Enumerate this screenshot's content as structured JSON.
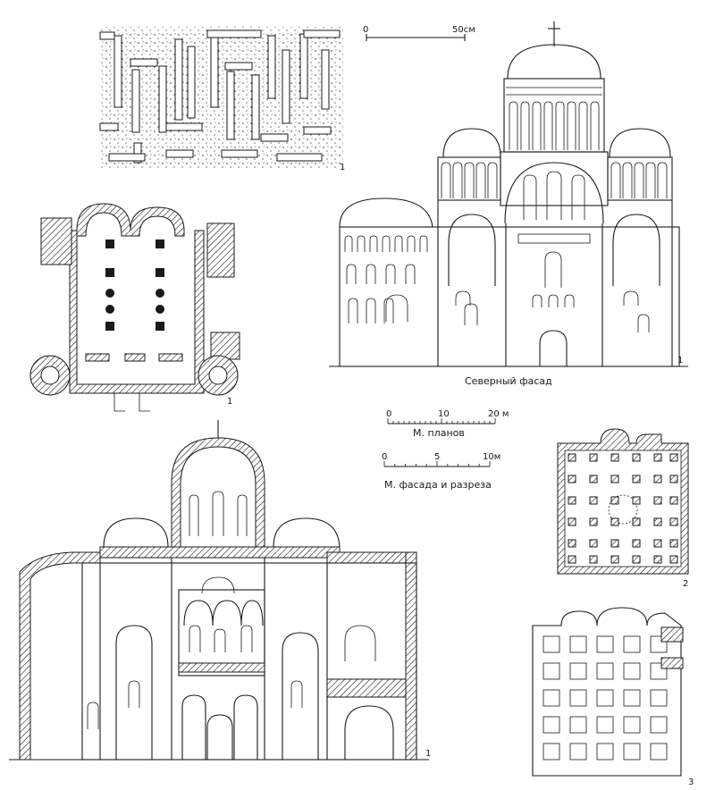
{
  "figures": {
    "masonry": {
      "number": "1"
    },
    "plan_main": {
      "number": "1"
    },
    "facade": {
      "number": "1",
      "caption": "Северный фасад"
    },
    "section": {
      "number": "1"
    },
    "plan_small_2": {
      "number": "2"
    },
    "plan_small_3": {
      "number": "3"
    }
  },
  "scales": {
    "masonry": {
      "label": "50см",
      "start": "0"
    },
    "plans": {
      "ticks": [
        "0",
        "10",
        "20 м"
      ],
      "caption": "М. планов"
    },
    "facade_section": {
      "ticks": [
        "0",
        "5",
        "10м"
      ],
      "caption": "М. фасада и разреза"
    }
  },
  "icons": [
    "cross-icon"
  ],
  "colors": {
    "ink": "#1a1a1a",
    "paper": "#ffffff"
  }
}
